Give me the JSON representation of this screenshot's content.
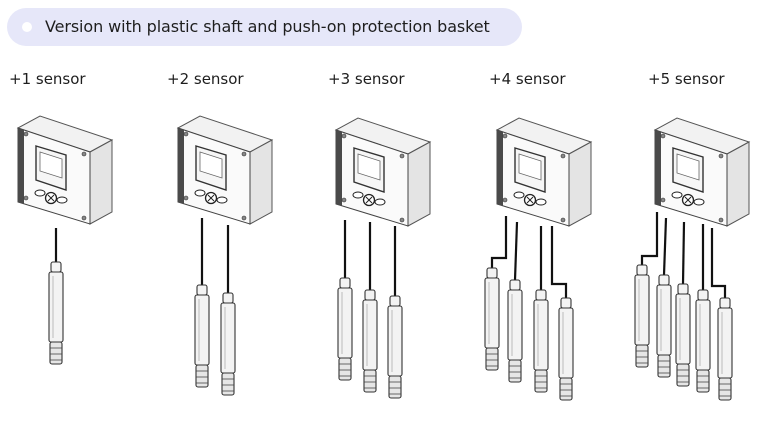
{
  "banner": {
    "title": "Version with plastic shaft and push-on protection basket"
  },
  "variants": [
    {
      "label": "+1 sensor",
      "sensor_count": 1
    },
    {
      "label": "+2 sensor",
      "sensor_count": 2
    },
    {
      "label": "+3 sensor",
      "sensor_count": 3
    },
    {
      "label": "+4 sensor",
      "sensor_count": 4
    },
    {
      "label": "+5 sensor",
      "sensor_count": 5
    }
  ],
  "colors": {
    "banner_bg": "#e6e7f9",
    "housing": "#f2f2f2",
    "housing_side": "#4a4a4a",
    "cable": "#111111",
    "sensor": "#f3f3f3"
  },
  "icons": [
    "controller-housing-icon",
    "sensor-probe-icon"
  ]
}
